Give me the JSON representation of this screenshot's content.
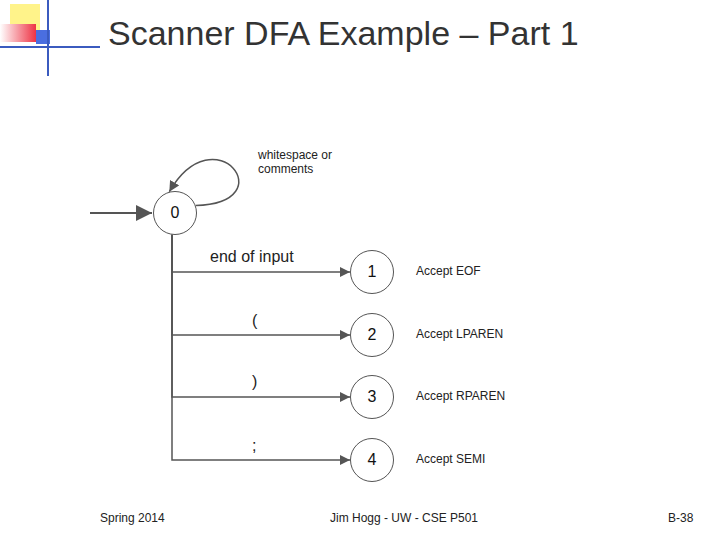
{
  "diagram": {
    "title": "Scanner DFA Example – Part 1",
    "nodes": [
      {
        "text": [
          "0"
        ]
      },
      {
        "text": [
          "1"
        ]
      },
      {
        "text": [
          "2"
        ]
      },
      {
        "text": [
          "3"
        ]
      },
      {
        "text": [
          "4"
        ]
      }
    ],
    "edges": [
      {
        "from": 0,
        "to": 0,
        "label": "whitespace or comments",
        "arrow": "to"
      },
      {
        "from": 0,
        "to": 1,
        "label": "end of input",
        "arrow": "to"
      },
      {
        "from": 0,
        "to": 2,
        "label": "(",
        "arrow": "to"
      },
      {
        "from": 0,
        "to": 3,
        "label": ")",
        "arrow": "to"
      },
      {
        "from": 0,
        "to": 4,
        "label": ";",
        "arrow": "to"
      }
    ],
    "labels": [
      "Accept EOF",
      "Accept LPAREN",
      "Accept RPAREN",
      "Accept SEMI",
      "Spring 2014",
      "Jim Hogg - UW - CSE P501",
      "B-38"
    ]
  }
}
